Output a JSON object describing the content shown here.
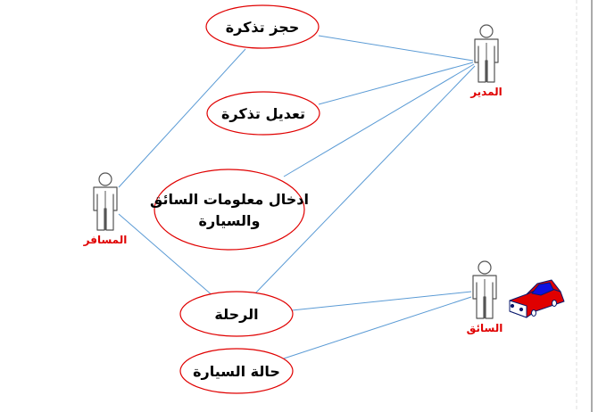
{
  "actors": {
    "manager": "المدير",
    "passenger": "المسافر",
    "driver": "السائق"
  },
  "use_cases": {
    "book_ticket": "حجز تذكرة",
    "edit_ticket": "تعديل تذكرة",
    "enter_info_line1": "ادخال معلومات السائق",
    "enter_info_line2": "والسيارة",
    "trip": "الرحلة",
    "car_status": "حالة السيارة"
  },
  "colors": {
    "ellipse_stroke": "#e00000",
    "line": "#5b9bd5",
    "actor_label": "#e00000",
    "car_body": "#e00000",
    "car_roof": "#1010e0"
  }
}
